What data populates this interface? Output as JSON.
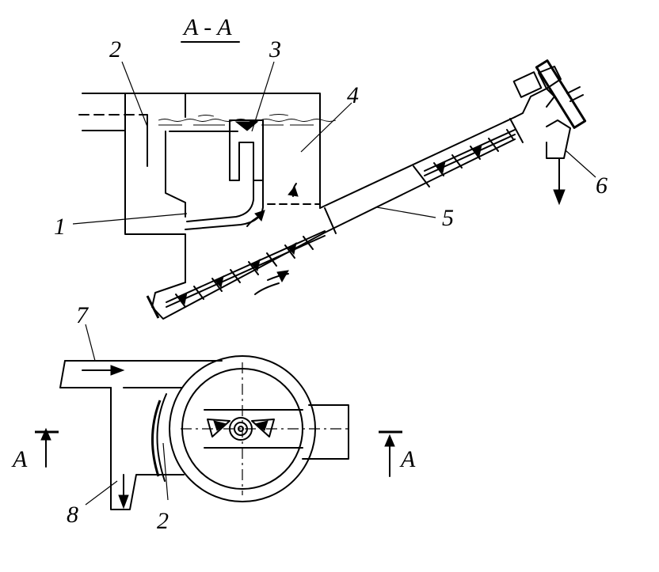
{
  "section_title": "A - A",
  "labels": {
    "n1": "1",
    "n2_top": "2",
    "n3": "3",
    "n4": "4",
    "n5": "5",
    "n6": "6",
    "n7": "7",
    "n8": "8",
    "n2_bottom": "2",
    "cut_left": "A",
    "cut_right": "A"
  }
}
